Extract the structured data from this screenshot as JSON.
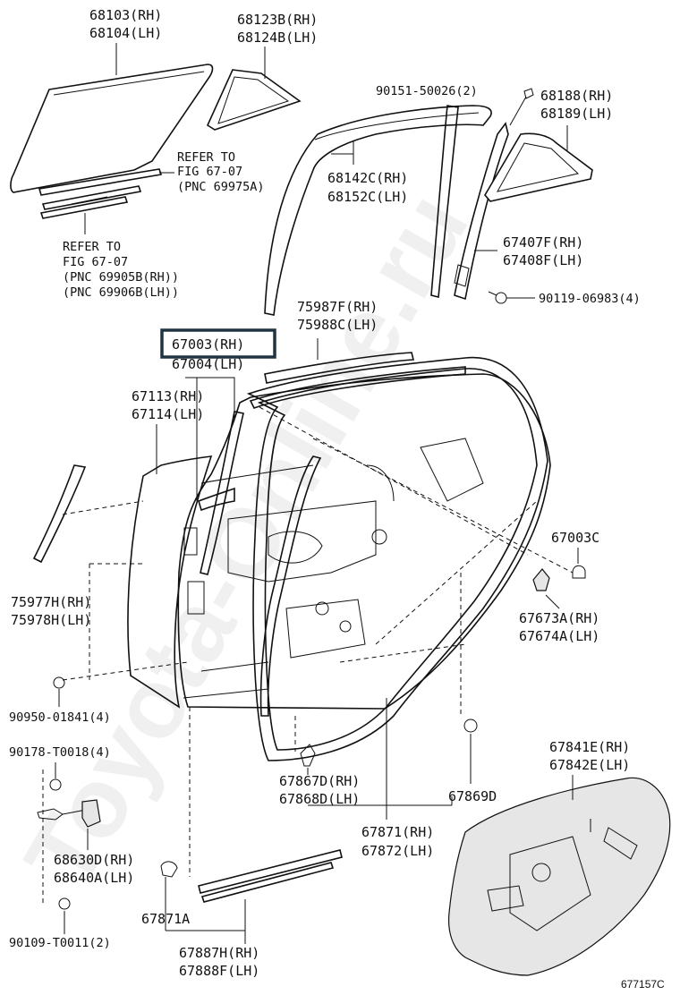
{
  "watermark": "Toyota-Online.ru",
  "figure_number": "677157C",
  "highlighted_part": "67003(RH)",
  "labels": {
    "p68103": "68103(RH)",
    "p68104": "68104(LH)",
    "p68123": "68123B(RH)",
    "p68124": "68124B(LH)",
    "ref1_a": "REFER TO",
    "ref1_b": "FIG 67-07",
    "ref1_c": "(PNC 69975A)",
    "ref2_a": "REFER TO",
    "ref2_b": "FIG 67-07",
    "ref2_c": "(PNC 69905B(RH))",
    "ref2_d": "(PNC 69906B(LH))",
    "p90151": "90151-50026(2)",
    "p68188": "68188(RH)",
    "p68189": "68189(LH)",
    "p68142": "68142C(RH)",
    "p68152": "68152C(LH)",
    "p67407": "67407F(RH)",
    "p67408": "67408F(LH)",
    "p90119": "90119-06983(4)",
    "p75987": "75987F(RH)",
    "p75988": "75988C(LH)",
    "p67003rh": "67003(RH)",
    "p67004": "67004(LH)",
    "p67113": "67113(RH)",
    "p67114": "67114(LH)",
    "p75977": "75977H(RH)",
    "p75978": "75978H(LH)",
    "p67003c": "67003C",
    "p67673": "67673A(RH)",
    "p67674": "67674A(LH)",
    "p90950": "90950-01841(4)",
    "p90178": "90178-T0018(4)",
    "p67867": "67867D(RH)",
    "p67868": "67868D(LH)",
    "p67869": "67869D",
    "p67841": "67841E(RH)",
    "p67842": "67842E(LH)",
    "p68630": "68630D(RH)",
    "p68640": "68640A(LH)",
    "p67871rh": "67871(RH)",
    "p67872": "67872(LH)",
    "p67871a": "67871A",
    "p90109": "90109-T0011(2)",
    "p67887": "67887H(RH)",
    "p67888": "67888F(LH)"
  }
}
